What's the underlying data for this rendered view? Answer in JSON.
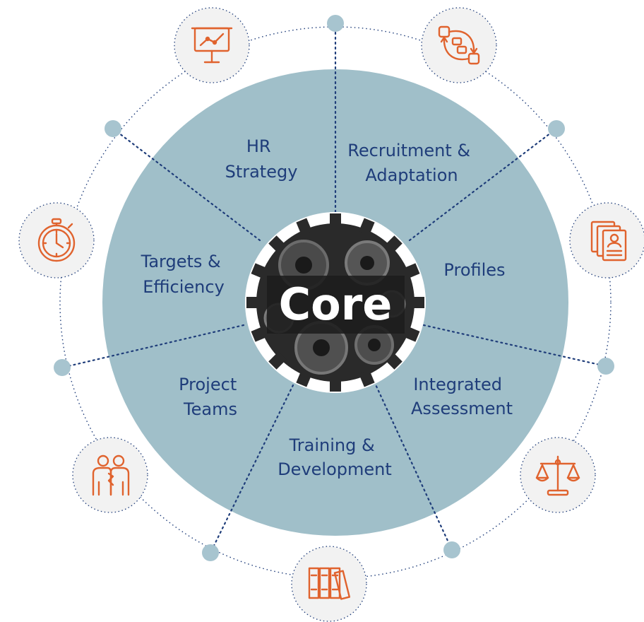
{
  "center": {
    "label": "Core"
  },
  "segments": [
    {
      "lines": [
        "HR",
        "Strategy"
      ]
    },
    {
      "lines": [
        "Recruitment &",
        "Adaptation"
      ]
    },
    {
      "lines": [
        "Profiles"
      ]
    },
    {
      "lines": [
        "Integrated",
        "Assessment"
      ]
    },
    {
      "lines": [
        "Training &",
        "Development"
      ]
    },
    {
      "lines": [
        "Project",
        "Teams"
      ]
    },
    {
      "lines": [
        "Targets &",
        "Efficiency"
      ]
    }
  ],
  "icons": [
    "presentation-chart-icon",
    "process-flow-icon",
    "resume-profile-icon",
    "scales-icon",
    "binders-icon",
    "team-people-icon",
    "stopwatch-icon"
  ],
  "colors": {
    "disc": "#a0bfc9",
    "accent": "#e0632e",
    "text": "#1f3d7a",
    "node": "#a7c4cf",
    "icon_bg": "#f2f2f2",
    "dotted": "#1f3d7a"
  }
}
